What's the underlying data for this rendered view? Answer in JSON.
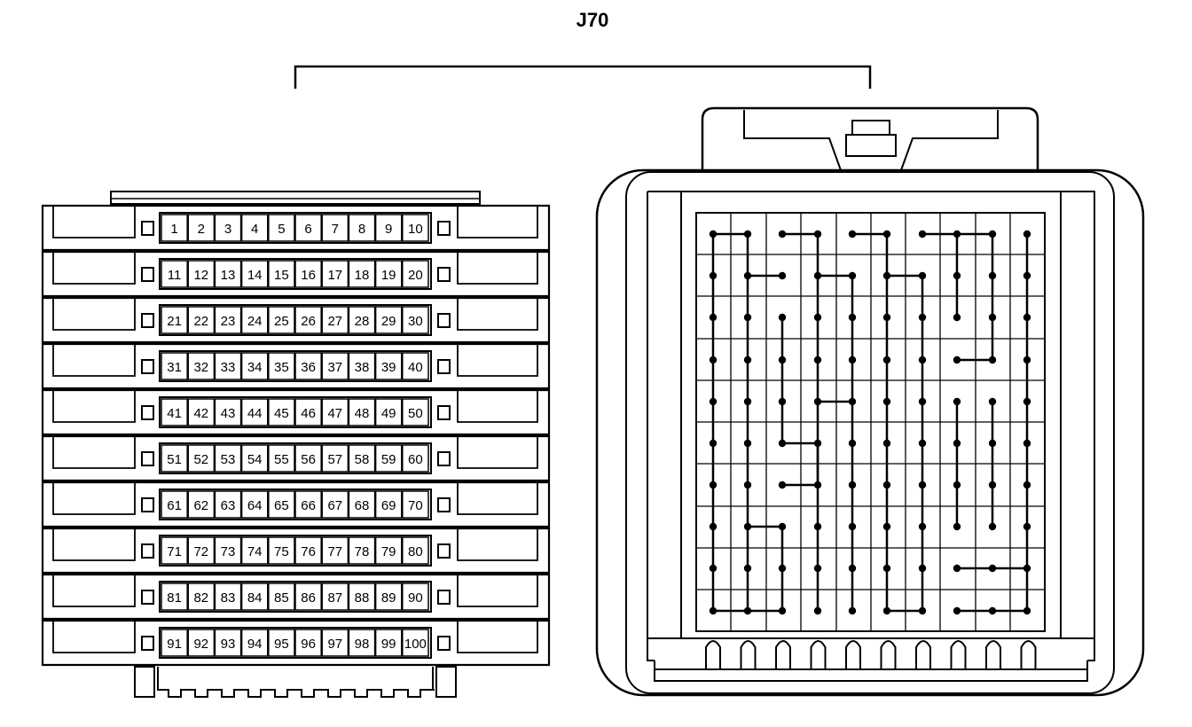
{
  "connector": {
    "title": "J70",
    "pin_rows": [
      [
        "1",
        "2",
        "3",
        "4",
        "5",
        "6",
        "7",
        "8",
        "9",
        "10"
      ],
      [
        "11",
        "12",
        "13",
        "14",
        "15",
        "16",
        "17",
        "18",
        "19",
        "20"
      ],
      [
        "21",
        "22",
        "23",
        "24",
        "25",
        "26",
        "27",
        "28",
        "29",
        "30"
      ],
      [
        "31",
        "32",
        "33",
        "34",
        "35",
        "36",
        "37",
        "38",
        "39",
        "40"
      ],
      [
        "41",
        "42",
        "43",
        "44",
        "45",
        "46",
        "47",
        "48",
        "49",
        "50"
      ],
      [
        "51",
        "52",
        "53",
        "54",
        "55",
        "56",
        "57",
        "58",
        "59",
        "60"
      ],
      [
        "61",
        "62",
        "63",
        "64",
        "65",
        "66",
        "67",
        "68",
        "69",
        "70"
      ],
      [
        "71",
        "72",
        "73",
        "74",
        "75",
        "76",
        "77",
        "78",
        "79",
        "80"
      ],
      [
        "81",
        "82",
        "83",
        "84",
        "85",
        "86",
        "87",
        "88",
        "89",
        "90"
      ],
      [
        "91",
        "92",
        "93",
        "94",
        "95",
        "96",
        "97",
        "98",
        "99",
        "100"
      ]
    ]
  },
  "colors": {
    "stroke": "#000000",
    "background": "#ffffff"
  }
}
